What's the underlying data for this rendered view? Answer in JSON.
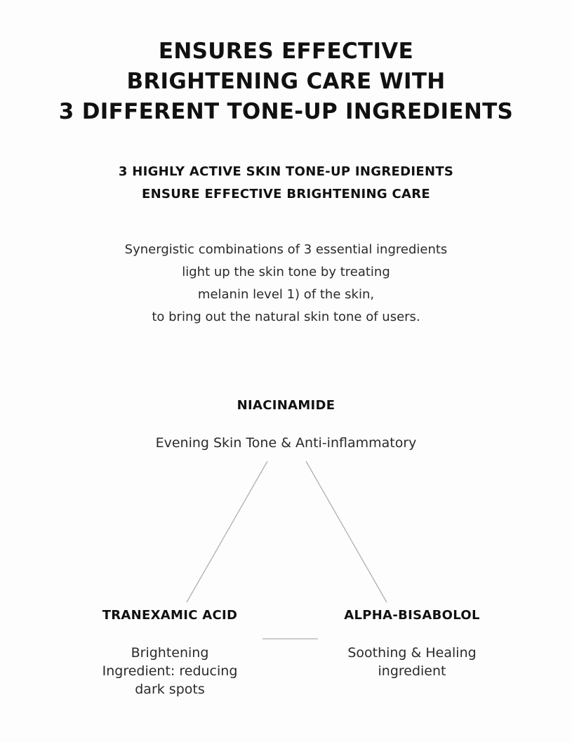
{
  "headline": {
    "line1": "ENSURES EFFECTIVE",
    "line2": "BRIGHTENING CARE WITH",
    "line3": "3 DIFFERENT TONE-UP INGREDIENTS"
  },
  "subhead": {
    "line1": "3 HIGHLY ACTIVE SKIN TONE-UP INGREDIENTS",
    "line2": "ENSURE EFFECTIVE BRIGHTENING CARE"
  },
  "body": {
    "line1": "Synergistic combinations of 3 essential ingredients",
    "line2": "light up the skin tone by treating",
    "line3": "melanin level 1) of the skin,",
    "line4": "to bring out the natural skin tone of users."
  },
  "ingredients": {
    "niacinamide": {
      "name": "NIACINAMIDE",
      "desc": [
        "Evening Skin Tone & Anti-inflammatory"
      ]
    },
    "tranexamic": {
      "name": "TRANEXAMIC ACID",
      "desc": [
        "Brightening",
        "Ingredient: reducing",
        "dark spots"
      ]
    },
    "bisabolol": {
      "name": "ALPHA-BISABOLOL",
      "desc": [
        "Soothing & Healing",
        "ingredient"
      ]
    }
  },
  "colors": {
    "text": "#111111",
    "body_text": "#2a2a2a",
    "connector": "#b0b0b0",
    "background": "#fdfdfd"
  }
}
